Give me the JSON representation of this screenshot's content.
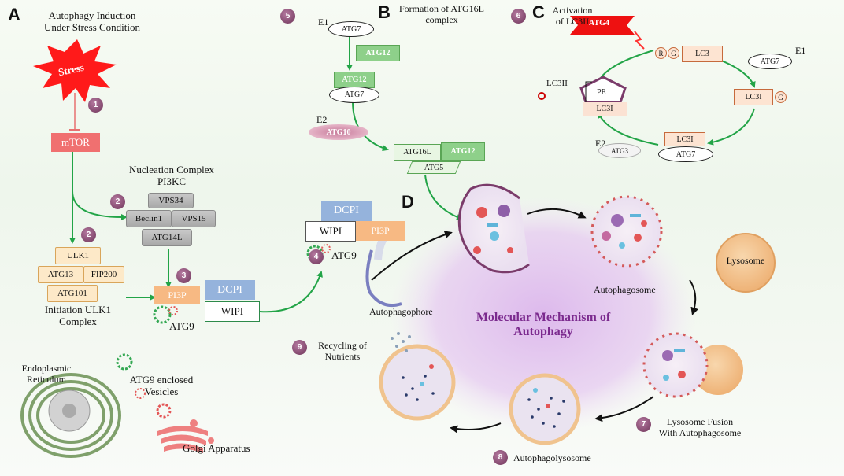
{
  "panels": {
    "a": "A",
    "b": "B",
    "c": "C",
    "d": "D"
  },
  "panel_a": {
    "title_line1": "Autophagy Induction",
    "title_line2": "Under Stress Condition",
    "stress": "Stress",
    "mtor": "mTOR",
    "nucleation_line1": "Nucleation Complex",
    "nucleation_line2": "PI3KC",
    "vps34": "VPS34",
    "beclin1": "Beclin1",
    "vps15": "VPS15",
    "atg14l": "ATG14L",
    "ulk1": "ULK1",
    "atg13": "ATG13",
    "fip200": "FIP200",
    "atg101": "ATG101",
    "initiation_line1": "Initiation  ULK1",
    "initiation_line2": "Complex",
    "pi3p": "PI3P",
    "dcpi": "DCPI",
    "wipi": "WIPI",
    "atg9": "ATG9",
    "er_line1": "Endoplasmic",
    "er_line2": "Reticulum",
    "vesicles_line1": "ATG9 enclosed",
    "vesicles_line2": "Vesicles",
    "golgi": "Golgi Apparatus"
  },
  "panel_b": {
    "title_line1": "Formation  of ATG16L",
    "title_line2": "complex",
    "e1": "E1",
    "atg7": "ATG7",
    "atg12": "ATG12",
    "e2": "E2",
    "atg10": "ATG10",
    "atg16l": "ATG16L",
    "atg5": "ATG5"
  },
  "panel_c": {
    "title_line1": "Activation",
    "title_line2": "of LC3II",
    "atg4": "ATG4",
    "r": "R",
    "g": "G",
    "lc3": "LC3",
    "e1": "E1",
    "atg7": "ATG7",
    "lc3ii": "LC3II",
    "pe": "PE",
    "lc3i": "LC3I",
    "e2": "E2",
    "atg3": "ATG3"
  },
  "panel_d": {
    "title_line1": "Molecular Mechanism of",
    "title_line2": "Autophagy",
    "dcpi": "DCPI",
    "wipi": "WIPI",
    "pi3p": "PI3P",
    "atg9": "ATG9",
    "autophagophore": "Autophagophore",
    "autophagosome": "Autophagosome",
    "lysosome": "Lysosome",
    "fusion_line1": "Lysosome Fusion",
    "fusion_line2": "With Autophagosome",
    "autophagolysosome": "Autophagolysosome",
    "recycling_line1": "Recycling   of",
    "recycling_line2": "Nutrients"
  },
  "steps": [
    "1",
    "2",
    "2",
    "3",
    "4",
    "5",
    "6",
    "7",
    "8",
    "9"
  ],
  "colors": {
    "arrow_green": "#22a447",
    "step_badge": "#8b4a72",
    "stress_red": "#ff1a1a",
    "mtor": "#f07070",
    "title_purple": "#7b2a8e",
    "lysosome": "#f1c089"
  }
}
